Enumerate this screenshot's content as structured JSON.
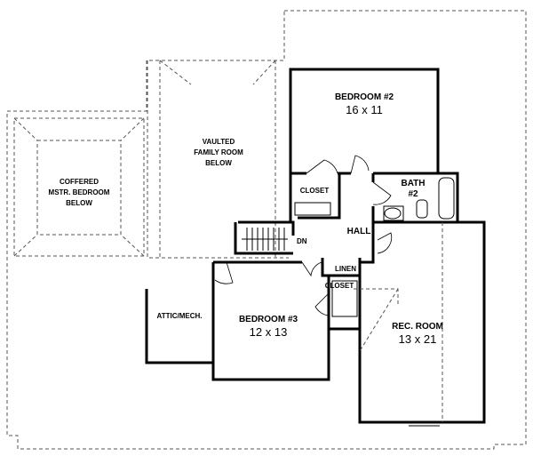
{
  "rooms": {
    "bedroom2": {
      "name": "BEDROOM #2",
      "size": "16 x 11"
    },
    "bath2": {
      "name": "BATH",
      "number": "#2"
    },
    "closet_upper": {
      "name": "CLOSET"
    },
    "hall": {
      "name": "HALL"
    },
    "linen": {
      "name": "LINEN"
    },
    "closet_lower": {
      "name": "CLOSET"
    },
    "bedroom3": {
      "name": "BEDROOM #3",
      "size": "12 x 13"
    },
    "rec_room": {
      "name": "REC. ROOM",
      "size": "13 x 21"
    },
    "attic": {
      "name": "ATTIC/MECH."
    },
    "stairs": {
      "label": "DN"
    },
    "vaulted": {
      "line1": "VAULTED",
      "line2": "FAMILY ROOM",
      "line3": "BELOW"
    },
    "coffered": {
      "line1": "COFFERED",
      "line2": "MSTR. BEDROOM",
      "line3": "BELOW"
    }
  }
}
